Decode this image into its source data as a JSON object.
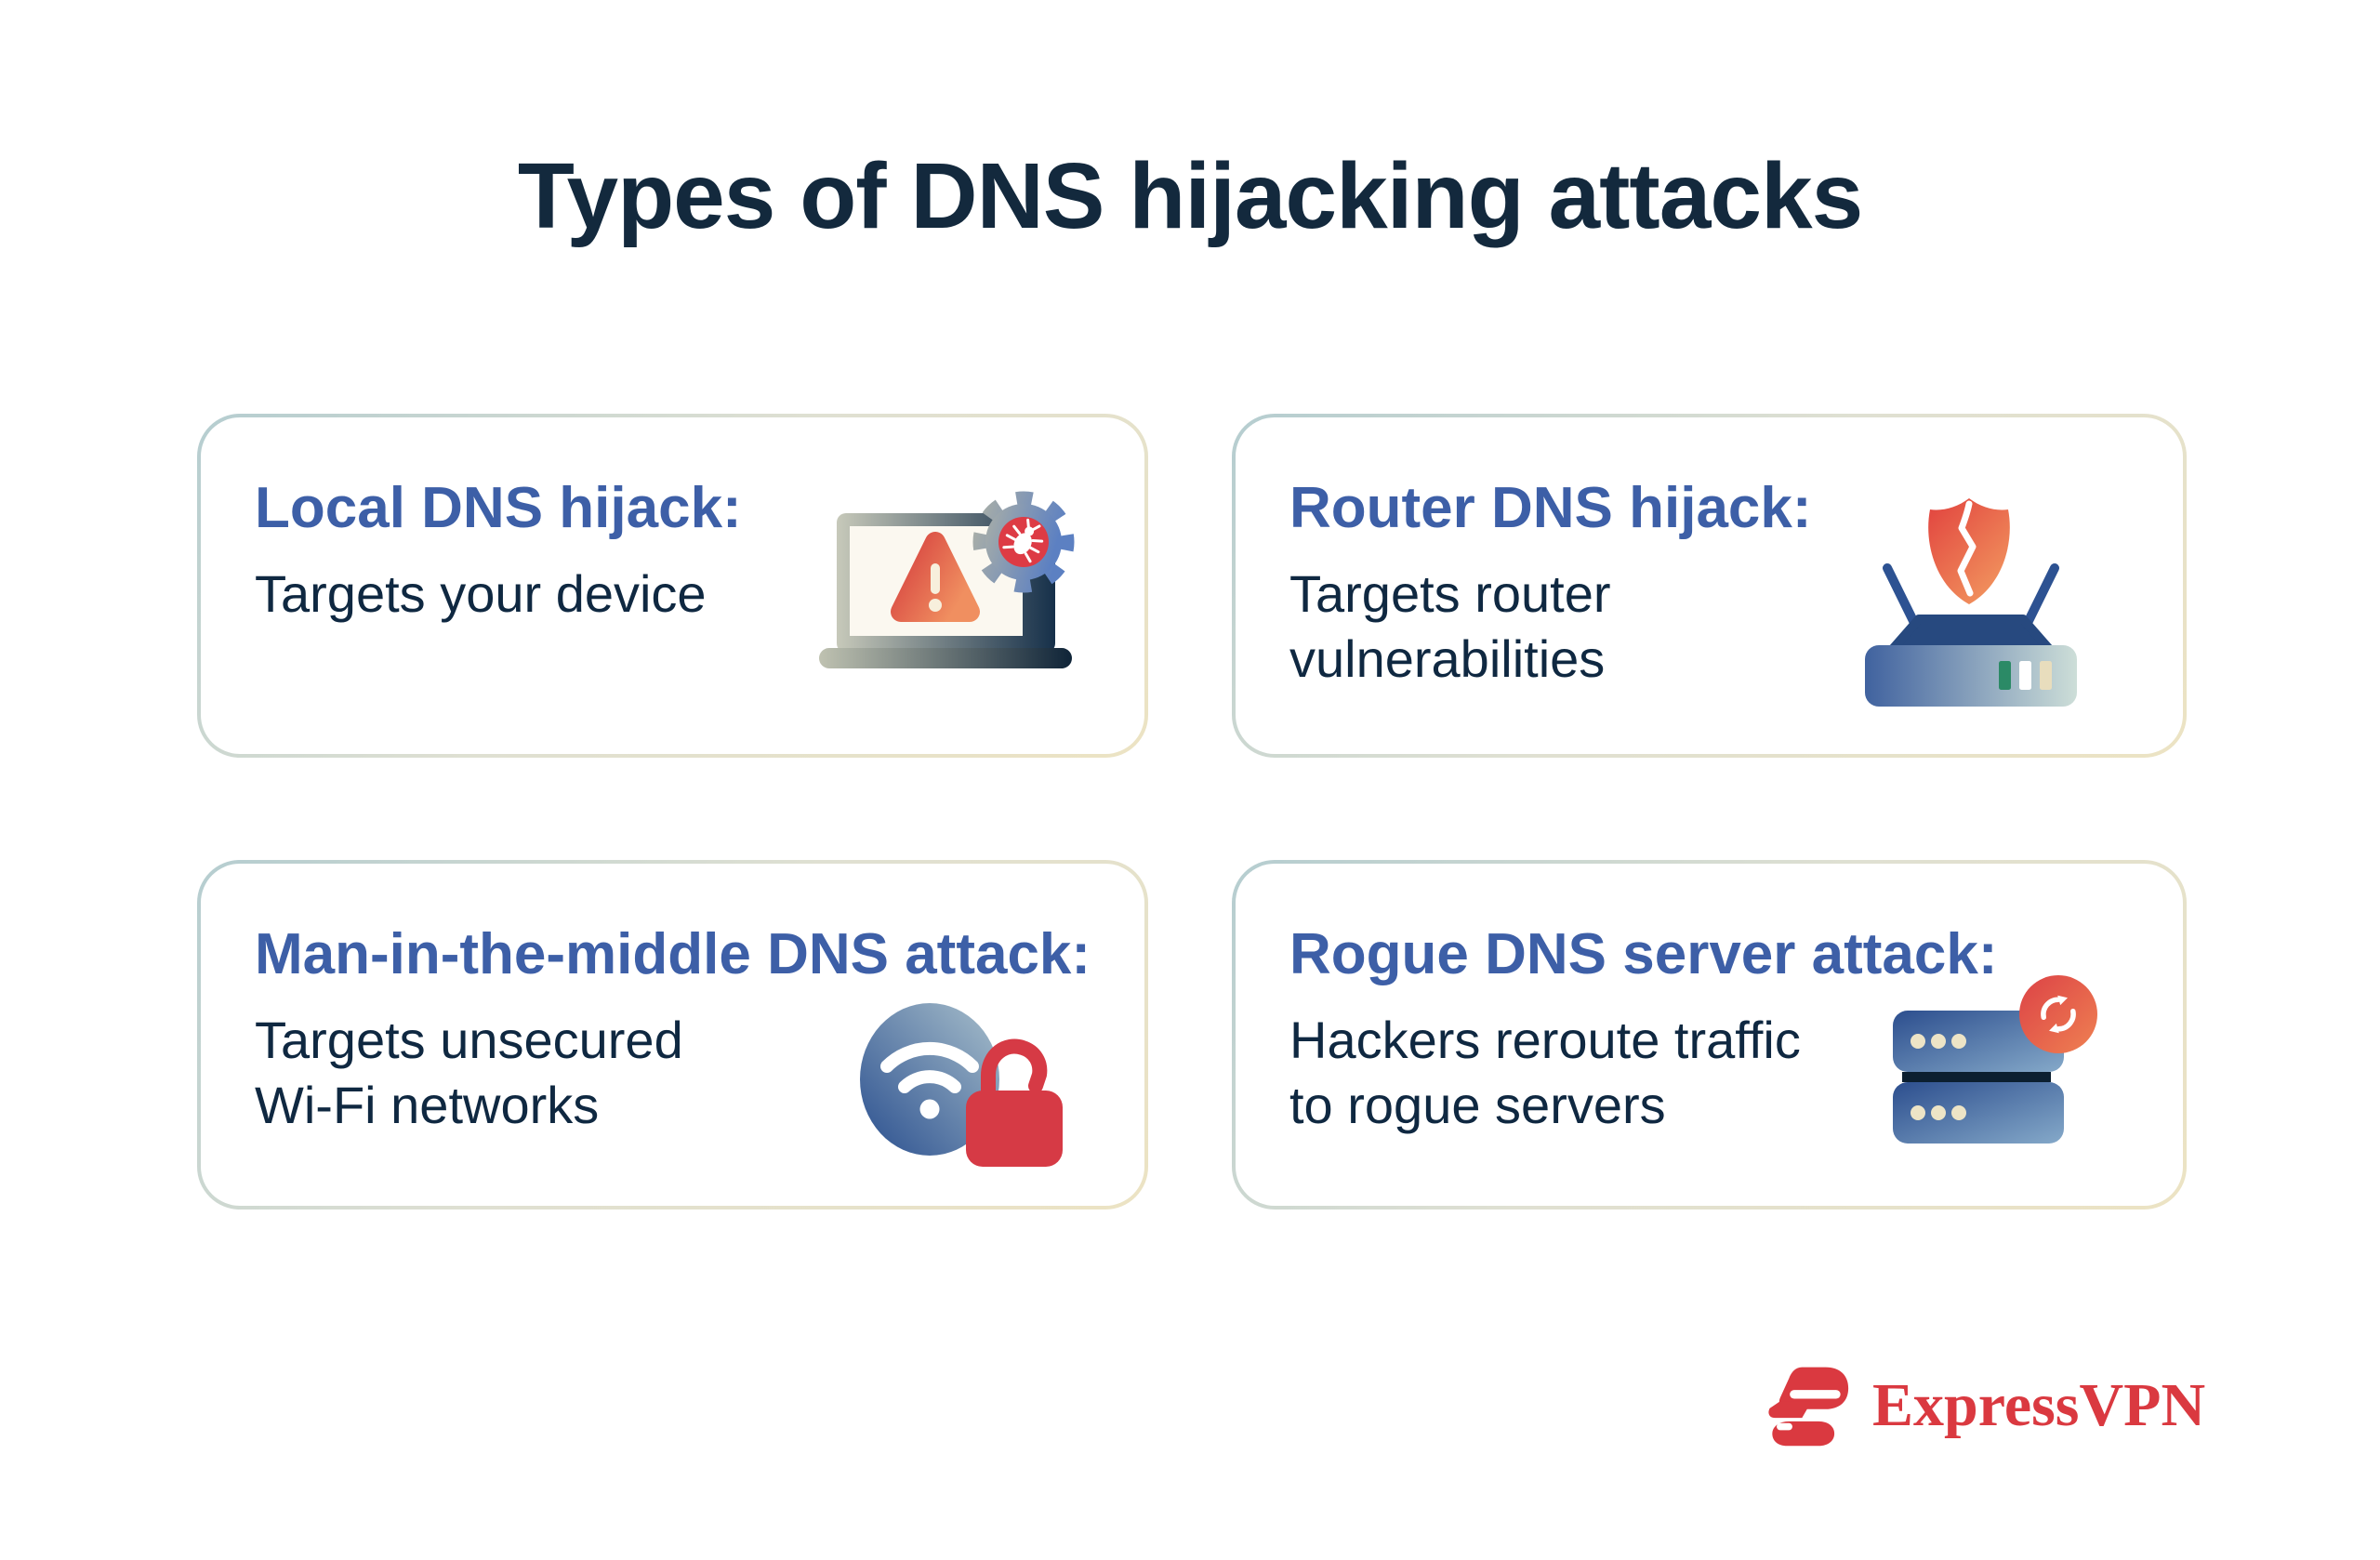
{
  "title": "Types of DNS hijacking attacks",
  "cards": [
    {
      "heading": "Local DNS hijack:",
      "body": "Targets your device",
      "icon": "laptop-malware-icon"
    },
    {
      "heading": "Router DNS hijack:",
      "body": "Targets router\nvulnerabilities",
      "icon": "router-breached-shield-icon"
    },
    {
      "heading": "Man-in-the-middle DNS attack:",
      "body": "Targets unsecured\nWi-Fi networks",
      "icon": "wifi-open-lock-icon"
    },
    {
      "heading": "Rogue DNS server attack:",
      "body": "Hackers reroute traffic\nto rogue servers",
      "icon": "rogue-server-reroute-icon"
    }
  ],
  "footer": {
    "brand": "ExpressVPN"
  },
  "colors": {
    "title_navy": "#13293d",
    "heading_blue": "#3d5fa7",
    "body_navy": "#0f2841",
    "card_border_teal": "#b5cdd0",
    "card_border_cream": "#ece3c3",
    "brand_red": "#da3940",
    "alert_red": "#dd3b45",
    "alert_orange": "#f08f60",
    "steel_blue": "#2c4e8e",
    "pale_celadon": "#cdded8"
  }
}
